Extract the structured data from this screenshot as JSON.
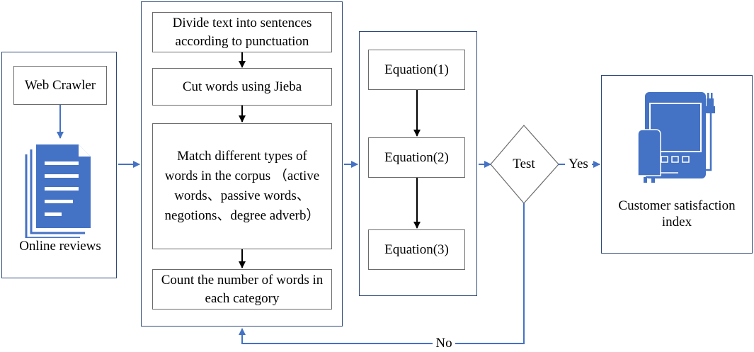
{
  "source": {
    "crawler_label": "Web Crawler",
    "reviews_label": "Online reviews",
    "document_icon": "document-icon"
  },
  "processing": {
    "step1": "Divide text into sentences according to punctuation",
    "step2": "Cut words using Jieba",
    "step3": "Match different types of words in the corpus （active words、passive words、negotions、degree adverb）",
    "step4": "Count the number of words in each category"
  },
  "equations": [
    "Equation(1)",
    "Equation(2)",
    "Equation(3)"
  ],
  "decision": {
    "label": "Test",
    "yes": "Yes",
    "no": "No"
  },
  "output": {
    "label": "Customer satisfaction index",
    "icon": "tablet-device-icon"
  },
  "colors": {
    "accent": "#4472C4",
    "frame": "#2E4A7A",
    "arrow_dark": "#000000"
  }
}
